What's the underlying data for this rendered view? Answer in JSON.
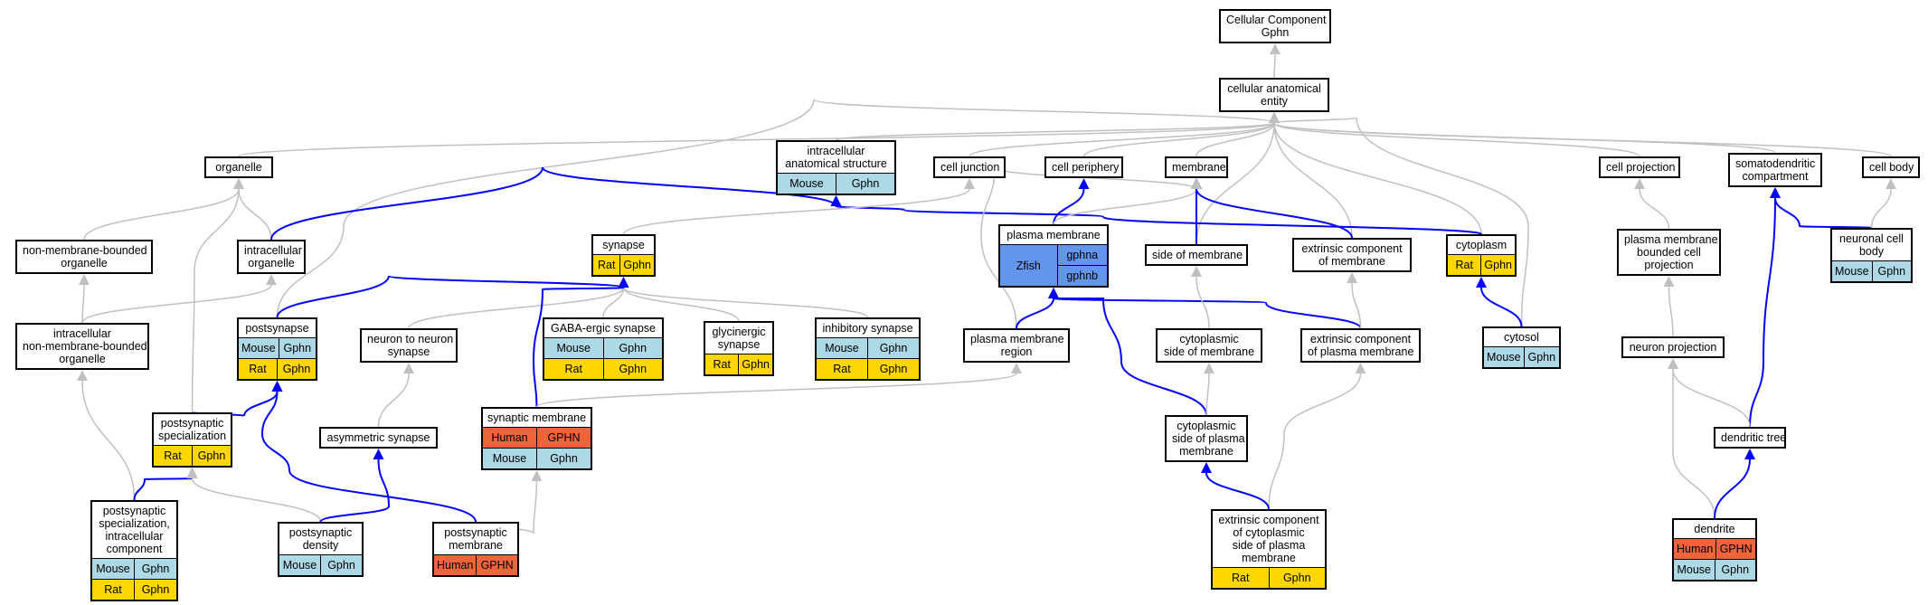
{
  "graph": {
    "colors": {
      "is_a": "#c0c0c0",
      "part_of": "#0000ff"
    },
    "nodes": [
      {
        "id": "cellular_component",
        "lines": [
          "Cellular Component",
          "Gphn"
        ],
        "rows": []
      },
      {
        "id": "cellular_anatomical_entity",
        "lines": [
          "cellular anatomical",
          "entity"
        ],
        "rows": []
      },
      {
        "id": "organelle",
        "lines": [
          "organelle"
        ],
        "rows": []
      },
      {
        "id": "intracellular_anatomical_structure",
        "lines": [
          "intracellular",
          "anatomical structure"
        ],
        "rows": [
          {
            "org": "Mouse",
            "gene": "Gphn",
            "color": "mouse"
          }
        ]
      },
      {
        "id": "cell_junction",
        "lines": [
          "cell junction"
        ],
        "rows": []
      },
      {
        "id": "cell_periphery",
        "lines": [
          "cell periphery"
        ],
        "rows": []
      },
      {
        "id": "membrane",
        "lines": [
          "membrane"
        ],
        "rows": []
      },
      {
        "id": "cell_projection",
        "lines": [
          "cell projection"
        ],
        "rows": []
      },
      {
        "id": "somatodendritic_compartment",
        "lines": [
          "somatodendritic",
          "compartment"
        ],
        "rows": []
      },
      {
        "id": "cell_body",
        "lines": [
          "cell body"
        ],
        "rows": []
      },
      {
        "id": "non_membrane_bounded_organelle",
        "lines": [
          "non-membrane-bounded",
          "organelle"
        ],
        "rows": []
      },
      {
        "id": "intracellular_organelle",
        "lines": [
          "intracellular",
          "organelle"
        ],
        "rows": []
      },
      {
        "id": "synapse",
        "lines": [
          "synapse"
        ],
        "rows": [
          {
            "org": "Rat",
            "gene": "Gphn",
            "color": "rat"
          }
        ]
      },
      {
        "id": "plasma_membrane",
        "lines": [
          "plasma membrane"
        ],
        "zfish": {
          "org": "Zfish",
          "genes": [
            "gphna",
            "gphnb"
          ]
        }
      },
      {
        "id": "side_of_membrane",
        "lines": [
          "side of membrane"
        ],
        "rows": []
      },
      {
        "id": "extrinsic_component_of_membrane",
        "lines": [
          "extrinsic component",
          "of membrane"
        ],
        "rows": []
      },
      {
        "id": "cytoplasm",
        "lines": [
          "cytoplasm"
        ],
        "rows": [
          {
            "org": "Rat",
            "gene": "Gphn",
            "color": "rat"
          }
        ]
      },
      {
        "id": "plasma_membrane_bounded_cell_projection",
        "lines": [
          "plasma membrane",
          "bounded cell",
          "projection"
        ],
        "rows": []
      },
      {
        "id": "neuronal_cell_body",
        "lines": [
          "neuronal cell",
          "body"
        ],
        "rows": [
          {
            "org": "Mouse",
            "gene": "Gphn",
            "color": "mouse"
          }
        ]
      },
      {
        "id": "intracellular_non_membrane_bounded_organelle",
        "lines": [
          "intracellular",
          "non-membrane-bounded",
          "organelle"
        ],
        "rows": []
      },
      {
        "id": "postsynapse",
        "lines": [
          "postsynapse"
        ],
        "rows": [
          {
            "org": "Mouse",
            "gene": "Gphn",
            "color": "mouse"
          },
          {
            "org": "Rat",
            "gene": "Gphn",
            "color": "rat"
          }
        ]
      },
      {
        "id": "neuron_to_neuron_synapse",
        "lines": [
          "neuron to neuron",
          "synapse"
        ],
        "rows": []
      },
      {
        "id": "gaba_ergic_synapse",
        "lines": [
          "GABA-ergic synapse"
        ],
        "rows": [
          {
            "org": "Mouse",
            "gene": "Gphn",
            "color": "mouse"
          },
          {
            "org": "Rat",
            "gene": "Gphn",
            "color": "rat"
          }
        ]
      },
      {
        "id": "glycinergic_synapse",
        "lines": [
          "glycinergic",
          "synapse"
        ],
        "rows": [
          {
            "org": "Rat",
            "gene": "Gphn",
            "color": "rat"
          }
        ]
      },
      {
        "id": "inhibitory_synapse",
        "lines": [
          "inhibitory synapse"
        ],
        "rows": [
          {
            "org": "Mouse",
            "gene": "Gphn",
            "color": "mouse"
          },
          {
            "org": "Rat",
            "gene": "Gphn",
            "color": "rat"
          }
        ]
      },
      {
        "id": "plasma_membrane_region",
        "lines": [
          "plasma membrane",
          "region"
        ],
        "rows": []
      },
      {
        "id": "cytoplasmic_side_of_membrane",
        "lines": [
          "cytoplasmic",
          "side of membrane"
        ],
        "rows": []
      },
      {
        "id": "extrinsic_component_of_plasma_membrane",
        "lines": [
          "extrinsic component",
          "of plasma membrane"
        ],
        "rows": []
      },
      {
        "id": "cytosol",
        "lines": [
          "cytosol"
        ],
        "rows": [
          {
            "org": "Mouse",
            "gene": "Gphn",
            "color": "mouse"
          }
        ]
      },
      {
        "id": "neuron_projection",
        "lines": [
          "neuron projection"
        ],
        "rows": []
      },
      {
        "id": "postsynaptic_specialization",
        "lines": [
          "postsynaptic",
          "specialization"
        ],
        "rows": [
          {
            "org": "Rat",
            "gene": "Gphn",
            "color": "rat"
          }
        ]
      },
      {
        "id": "asymmetric_synapse",
        "lines": [
          "asymmetric synapse"
        ],
        "rows": []
      },
      {
        "id": "synaptic_membrane",
        "lines": [
          "synaptic membrane"
        ],
        "rows": [
          {
            "org": "Human",
            "gene": "GPHN",
            "color": "human"
          },
          {
            "org": "Mouse",
            "gene": "Gphn",
            "color": "mouse"
          }
        ]
      },
      {
        "id": "cytoplasmic_side_of_plasma_membrane",
        "lines": [
          "cytoplasmic",
          "side of plasma",
          "membrane"
        ],
        "rows": []
      },
      {
        "id": "dendritic_tree",
        "lines": [
          "dendritic tree"
        ],
        "rows": []
      },
      {
        "id": "postsynaptic_specialization_intracellular_component",
        "lines": [
          "postsynaptic",
          "specialization,",
          "intracellular",
          "component"
        ],
        "rows": [
          {
            "org": "Mouse",
            "gene": "Gphn",
            "color": "mouse"
          },
          {
            "org": "Rat",
            "gene": "Gphn",
            "color": "rat"
          }
        ]
      },
      {
        "id": "postsynaptic_density",
        "lines": [
          "postsynaptic",
          "density"
        ],
        "rows": [
          {
            "org": "Mouse",
            "gene": "Gphn",
            "color": "mouse"
          }
        ]
      },
      {
        "id": "postsynaptic_membrane",
        "lines": [
          "postsynaptic",
          "membrane"
        ],
        "rows": [
          {
            "org": "Human",
            "gene": "GPHN",
            "color": "human"
          }
        ]
      },
      {
        "id": "extrinsic_component_of_cytoplasmic_side_of_plasma_membrane",
        "lines": [
          "extrinsic component",
          "of cytoplasmic",
          "side of plasma",
          "membrane"
        ],
        "rows": [
          {
            "org": "Rat",
            "gene": "Gphn",
            "color": "rat"
          }
        ]
      },
      {
        "id": "dendrite",
        "lines": [
          "dendrite"
        ],
        "rows": [
          {
            "org": "Human",
            "gene": "GPHN",
            "color": "human"
          },
          {
            "org": "Mouse",
            "gene": "Gphn",
            "color": "mouse"
          }
        ]
      }
    ],
    "edges": [
      {
        "from": "cellular_anatomical_entity",
        "to": "cellular_component",
        "type": "is_a"
      },
      {
        "from": "organelle",
        "to": "cellular_anatomical_entity",
        "type": "is_a"
      },
      {
        "from": "intracellular_anatomical_structure",
        "to": "cellular_anatomical_entity",
        "type": "is_a"
      },
      {
        "from": "cell_junction",
        "to": "cellular_anatomical_entity",
        "type": "is_a"
      },
      {
        "from": "cell_periphery",
        "to": "cellular_anatomical_entity",
        "type": "is_a"
      },
      {
        "from": "membrane",
        "to": "cellular_anatomical_entity",
        "type": "is_a"
      },
      {
        "from": "cell_projection",
        "to": "cellular_anatomical_entity",
        "type": "is_a"
      },
      {
        "from": "somatodendritic_compartment",
        "to": "cellular_anatomical_entity",
        "type": "is_a"
      },
      {
        "from": "cell_body",
        "to": "cellular_anatomical_entity",
        "type": "is_a"
      },
      {
        "from": "postsynapse",
        "to": "cellular_anatomical_entity",
        "type": "is_a"
      },
      {
        "from": "side_of_membrane",
        "to": "cellular_anatomical_entity",
        "type": "is_a"
      },
      {
        "from": "extrinsic_component_of_membrane",
        "to": "cellular_anatomical_entity",
        "type": "is_a"
      },
      {
        "from": "cytoplasm",
        "to": "cellular_anatomical_entity",
        "type": "is_a"
      },
      {
        "from": "cytosol",
        "to": "cellular_anatomical_entity",
        "type": "is_a"
      },
      {
        "from": "non_membrane_bounded_organelle",
        "to": "organelle",
        "type": "is_a"
      },
      {
        "from": "intracellular_organelle",
        "to": "organelle",
        "type": "is_a"
      },
      {
        "from": "postsynaptic_specialization",
        "to": "organelle",
        "type": "is_a"
      },
      {
        "from": "intracellular_organelle",
        "to": "intracellular_anatomical_structure",
        "type": "part_of"
      },
      {
        "from": "cytoplasm",
        "to": "intracellular_anatomical_structure",
        "type": "part_of"
      },
      {
        "from": "synapse",
        "to": "cell_junction",
        "type": "is_a"
      },
      {
        "from": "plasma_membrane",
        "to": "cell_periphery",
        "type": "part_of"
      },
      {
        "from": "plasma_membrane",
        "to": "membrane",
        "type": "is_a"
      },
      {
        "from": "side_of_membrane",
        "to": "membrane",
        "type": "part_of"
      },
      {
        "from": "extrinsic_component_of_membrane",
        "to": "membrane",
        "type": "part_of"
      },
      {
        "from": "plasma_membrane_region",
        "to": "membrane",
        "type": "is_a"
      },
      {
        "from": "plasma_membrane_bounded_cell_projection",
        "to": "cell_projection",
        "type": "is_a"
      },
      {
        "from": "neuronal_cell_body",
        "to": "somatodendritic_compartment",
        "type": "part_of"
      },
      {
        "from": "dendritic_tree",
        "to": "somatodendritic_compartment",
        "type": "part_of"
      },
      {
        "from": "neuronal_cell_body",
        "to": "cell_body",
        "type": "is_a"
      },
      {
        "from": "intracellular_non_membrane_bounded_organelle",
        "to": "non_membrane_bounded_organelle",
        "type": "is_a"
      },
      {
        "from": "intracellular_non_membrane_bounded_organelle",
        "to": "intracellular_organelle",
        "type": "is_a"
      },
      {
        "from": "postsynapse",
        "to": "synapse",
        "type": "part_of"
      },
      {
        "from": "neuron_to_neuron_synapse",
        "to": "synapse",
        "type": "is_a"
      },
      {
        "from": "gaba_ergic_synapse",
        "to": "synapse",
        "type": "is_a"
      },
      {
        "from": "glycinergic_synapse",
        "to": "synapse",
        "type": "is_a"
      },
      {
        "from": "inhibitory_synapse",
        "to": "synapse",
        "type": "is_a"
      },
      {
        "from": "synaptic_membrane",
        "to": "synapse",
        "type": "part_of"
      },
      {
        "from": "plasma_membrane_region",
        "to": "plasma_membrane",
        "type": "part_of"
      },
      {
        "from": "cytoplasmic_side_of_plasma_membrane",
        "to": "plasma_membrane",
        "type": "part_of"
      },
      {
        "from": "extrinsic_component_of_plasma_membrane",
        "to": "plasma_membrane",
        "type": "part_of"
      },
      {
        "from": "cytoplasmic_side_of_membrane",
        "to": "side_of_membrane",
        "type": "is_a"
      },
      {
        "from": "extrinsic_component_of_plasma_membrane",
        "to": "extrinsic_component_of_membrane",
        "type": "is_a"
      },
      {
        "from": "cytosol",
        "to": "cytoplasm",
        "type": "part_of"
      },
      {
        "from": "neuron_projection",
        "to": "plasma_membrane_bounded_cell_projection",
        "type": "is_a"
      },
      {
        "from": "postsynaptic_specialization_intracellular_component",
        "to": "intracellular_non_membrane_bounded_organelle",
        "type": "is_a"
      },
      {
        "from": "postsynaptic_specialization",
        "to": "postsynapse",
        "type": "part_of"
      },
      {
        "from": "postsynaptic_membrane",
        "to": "postsynapse",
        "type": "part_of"
      },
      {
        "from": "asymmetric_synapse",
        "to": "neuron_to_neuron_synapse",
        "type": "is_a"
      },
      {
        "from": "synaptic_membrane",
        "to": "plasma_membrane_region",
        "type": "is_a"
      },
      {
        "from": "cytoplasmic_side_of_plasma_membrane",
        "to": "cytoplasmic_side_of_membrane",
        "type": "is_a"
      },
      {
        "from": "extrinsic_component_of_cytoplasmic_side_of_plasma_membrane",
        "to": "extrinsic_component_of_plasma_membrane",
        "type": "is_a"
      },
      {
        "from": "dendritic_tree",
        "to": "neuron_projection",
        "type": "is_a"
      },
      {
        "from": "dendrite",
        "to": "neuron_projection",
        "type": "is_a"
      },
      {
        "from": "postsynaptic_specialization_intracellular_component",
        "to": "postsynaptic_specialization",
        "type": "part_of"
      },
      {
        "from": "postsynaptic_density",
        "to": "postsynaptic_specialization",
        "type": "is_a"
      },
      {
        "from": "postsynaptic_density",
        "to": "asymmetric_synapse",
        "type": "part_of"
      },
      {
        "from": "postsynaptic_membrane",
        "to": "synaptic_membrane",
        "type": "is_a"
      },
      {
        "from": "extrinsic_component_of_cytoplasmic_side_of_plasma_membrane",
        "to": "cytoplasmic_side_of_plasma_membrane",
        "type": "part_of"
      },
      {
        "from": "dendrite",
        "to": "dendritic_tree",
        "type": "part_of"
      }
    ]
  }
}
